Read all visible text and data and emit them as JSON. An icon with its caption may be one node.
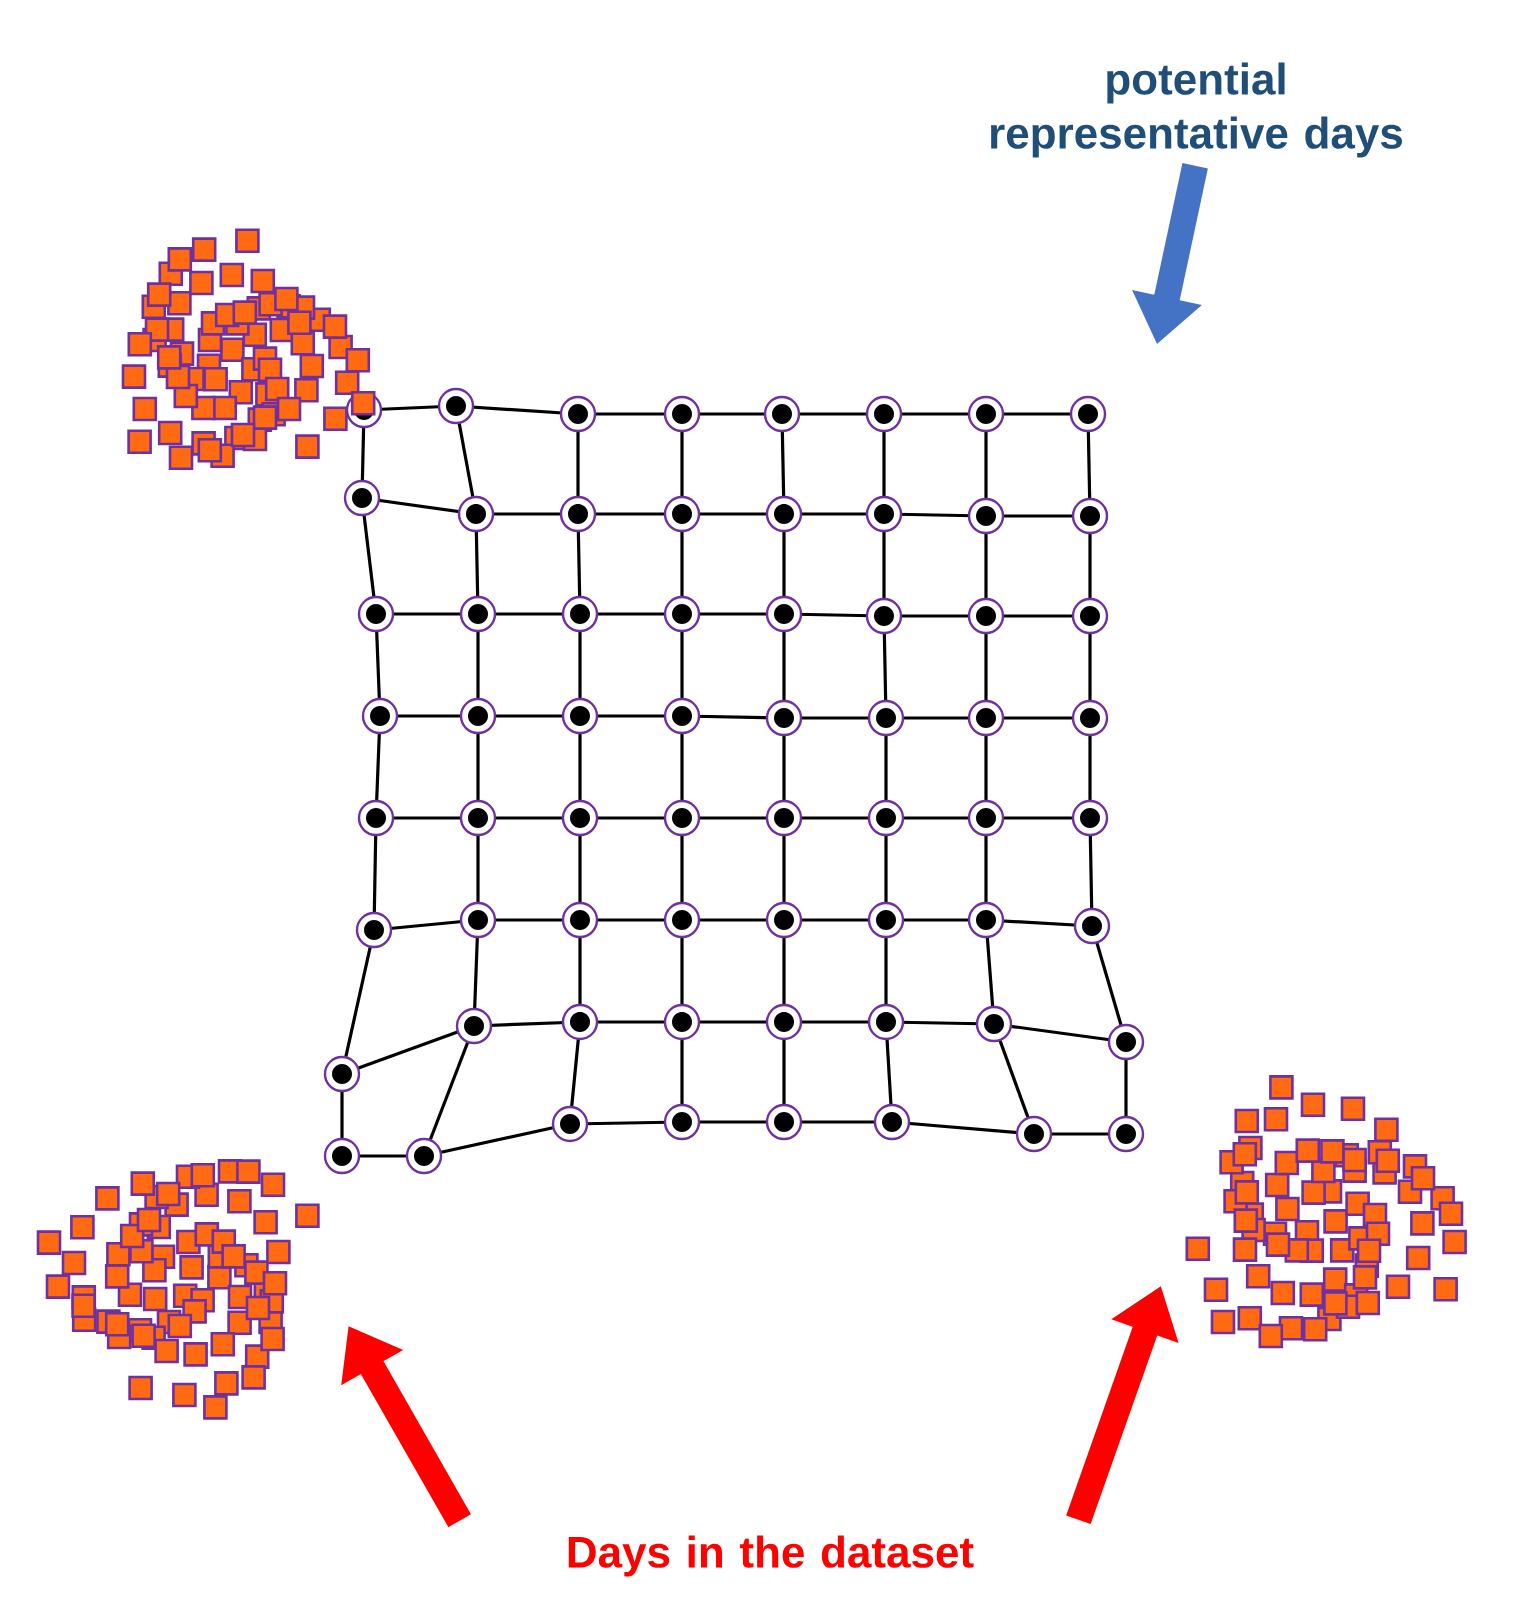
{
  "diagram": {
    "nodes": [
      {
        "text": [
          "potential representative days"
        ]
      },
      {
        "text": [],
        "shape": "picture"
      },
      {
        "text": [],
        "shape": "picture"
      },
      {
        "text": [],
        "shape": "picture"
      },
      {
        "text": [],
        "shape": "picture"
      },
      {
        "text": [
          "Days in the dataset"
        ]
      }
    ],
    "edges": [
      {
        "from": 0,
        "to": 1,
        "arrow": "to",
        "color": "#4472c4"
      },
      {
        "from": 5,
        "to": 3,
        "arrow": "to",
        "color": "#ff0000"
      },
      {
        "from": 5,
        "to": 4,
        "arrow": "to",
        "color": "#ff0000"
      }
    ]
  }
}
